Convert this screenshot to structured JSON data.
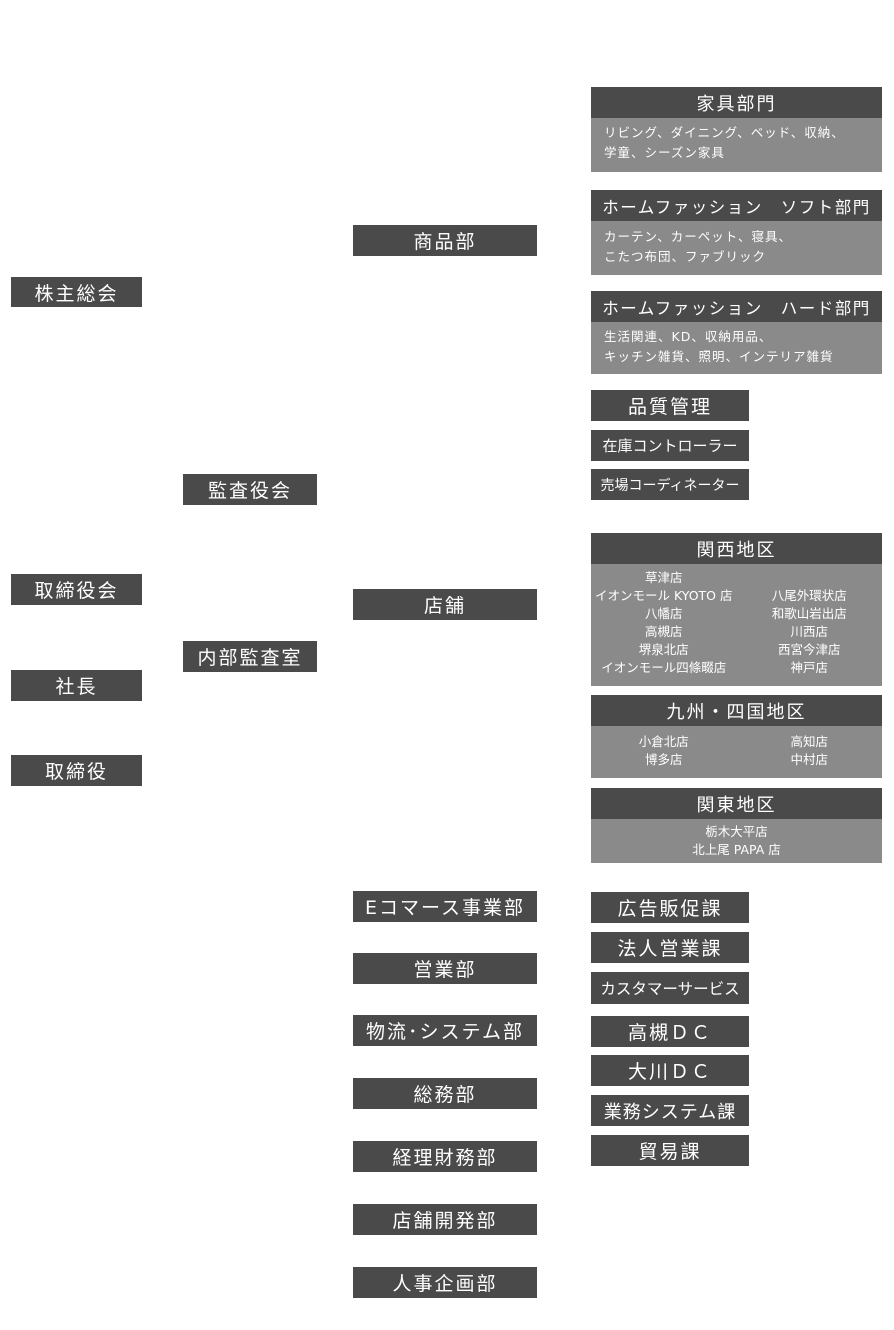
{
  "left": {
    "shareholders": "株主総会",
    "board": "取締役会",
    "president": "社長",
    "director": "取締役"
  },
  "middle": {
    "audit_board": "監査役会",
    "internal_audit": "内部監査室"
  },
  "departments": {
    "merchandise": "商品部",
    "stores": "店舗",
    "ecommerce": "Eコマース事業部",
    "sales": "営業部",
    "logistics": "物流･システム部",
    "general_affairs": "総務部",
    "accounting": "経理財務部",
    "store_development": "店舗開発部",
    "hr_planning": "人事企画部"
  },
  "merchandise_divisions": {
    "furniture": {
      "title": "家具部門",
      "lines": [
        "リビング、ダイニング、ベッド、収納、",
        "学童、シーズン家具"
      ]
    },
    "soft": {
      "title": "ホームファッション　ソフト部門",
      "lines": [
        "カーテン、カーペット、寝具、",
        "こたつ布団、ファブリック"
      ]
    },
    "hard": {
      "title": "ホームファッション　ハード部門",
      "lines": [
        "生活関連、KD、収納用品、",
        "キッチン雑貨、照明、インテリア雑貨"
      ]
    },
    "quality_control": "品質管理",
    "inventory_controller": "在庫コントローラー",
    "floor_coordinator": "売場コーディネーター"
  },
  "regions": {
    "kansai": {
      "title": "関西地区",
      "left_column": [
        "草津店",
        "イオンモール KYOTO 店",
        "八幡店",
        "高槻店",
        "堺泉北店",
        "イオンモール四條畷店"
      ],
      "right_column": [
        "",
        "八尾外環状店",
        "和歌山岩出店",
        "川西店",
        "西宮今津店",
        "神戸店"
      ]
    },
    "kyushu_shikoku": {
      "title": "九州・四国地区",
      "left_column": [
        "小倉北店",
        "博多店"
      ],
      "right_column": [
        "高知店",
        "中村店"
      ]
    },
    "kanto": {
      "title": "関東地区",
      "stores": [
        "栃木大平店",
        "北上尾 PAPA 店"
      ]
    }
  },
  "sections": {
    "advertising": "広告販促課",
    "corporate_sales": "法人営業課",
    "customer_service": "カスタマーサービス",
    "takatsuki_dc": "高槻ＤＣ",
    "okawa_dc": "大川ＤＣ",
    "business_systems": "業務システム課",
    "trade": "貿易課"
  }
}
